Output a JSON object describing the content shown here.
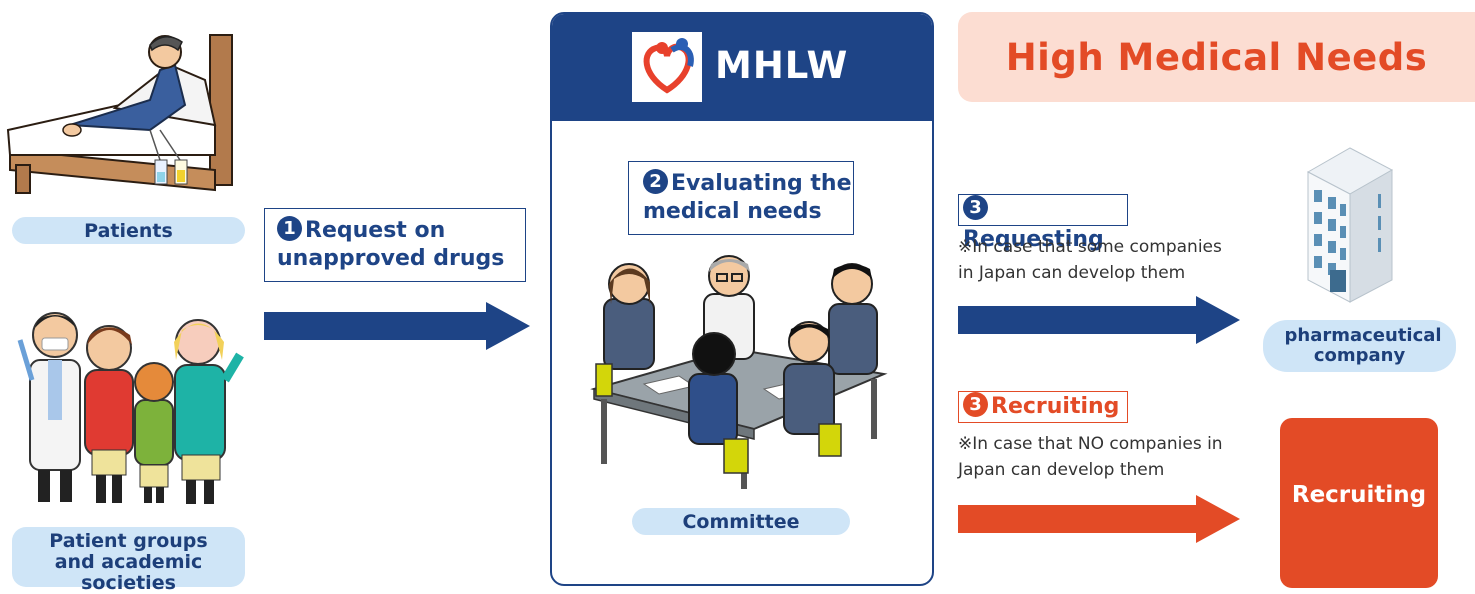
{
  "colors": {
    "navy": "#1e4486",
    "red": "#e34b26",
    "pink": "#fcddd2",
    "lightblue": "#cfe5f7"
  },
  "left": {
    "patients_label": "Patients",
    "groups_label": "Patient groups and academic societies"
  },
  "step1": {
    "badge": "1",
    "label": "Request on unapproved drugs"
  },
  "center": {
    "logo_text": "MHLW",
    "step2_badge": "2",
    "step2_label": "Evaluating the medical needs",
    "committee_label": "Committee"
  },
  "right": {
    "banner": "High Medical Needs",
    "requesting": {
      "badge": "3",
      "label": "Requesting",
      "note": "※In case that some companies in Japan can develop them"
    },
    "recruiting": {
      "badge": "3",
      "label": "Recruiting",
      "note": "※In case that NO companies in Japan can develop them"
    },
    "pharma_label": "pharmaceutical company",
    "recruiting_box": "Recruiting"
  }
}
